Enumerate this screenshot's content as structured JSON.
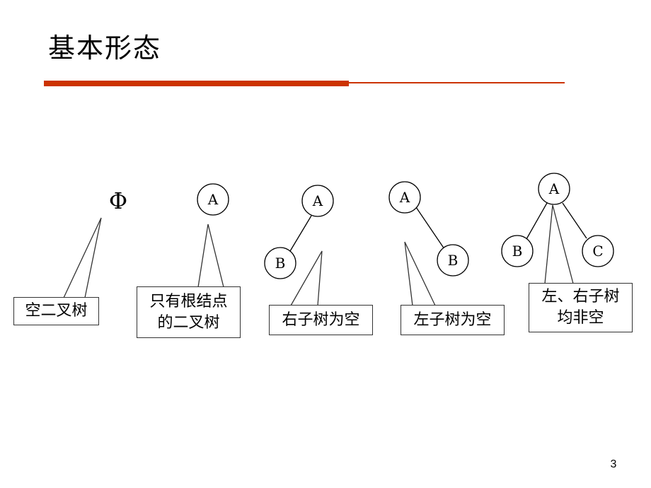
{
  "page": {
    "title": "基本形态",
    "page_number": "3",
    "accent_color": "#cc3300"
  },
  "forms": {
    "empty": {
      "symbol": "Φ",
      "label": "空二叉树"
    },
    "root_only": {
      "nodes": [
        "A"
      ],
      "label_line1": "只有根结点",
      "label_line2": "的二叉树"
    },
    "right_empty": {
      "nodes": [
        "A",
        "B"
      ],
      "label": "右子树为空"
    },
    "left_empty": {
      "nodes": [
        "A",
        "B"
      ],
      "label": "左子树为空"
    },
    "both_nonempty": {
      "nodes": [
        "A",
        "B",
        "C"
      ],
      "label_line1": "左、右子树",
      "label_line2": "均非空"
    }
  }
}
